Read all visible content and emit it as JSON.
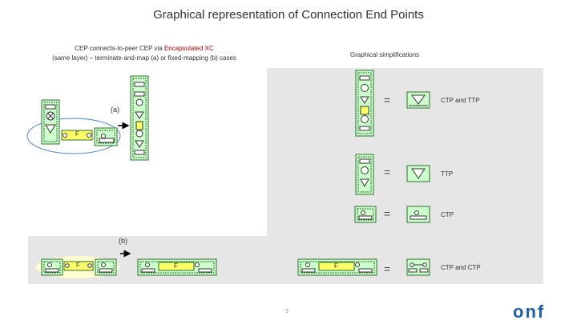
{
  "title": "Graphical representation of Connection End Points",
  "left_caption": {
    "line1_prefix": "CEP connects-to-peer CEP via ",
    "line1_highlight": "Encapsulated XC",
    "line2": "(same layer) – terminate-and-map (a) or fixed-mapping (b) cases"
  },
  "right_caption": "Graphical simplifications",
  "case_a_label": "(a)",
  "case_b_label": "(b)",
  "fc_letter": "F",
  "equals_sign": "=",
  "simplifications": [
    {
      "label": "CTP and TTP"
    },
    {
      "label": "TTP"
    },
    {
      "label": "CTP"
    },
    {
      "label": "CTP and CTP"
    }
  ],
  "page_number": "3",
  "logo_text": "onf",
  "colors": {
    "green_fill": "#ccffcc",
    "green_stroke": "#2f6f2f",
    "yellow_fill": "#ffff66",
    "highlight_red": "#c00000",
    "panel_gray": "#e6e6e6",
    "logo_blue": "#1f5fa8"
  }
}
